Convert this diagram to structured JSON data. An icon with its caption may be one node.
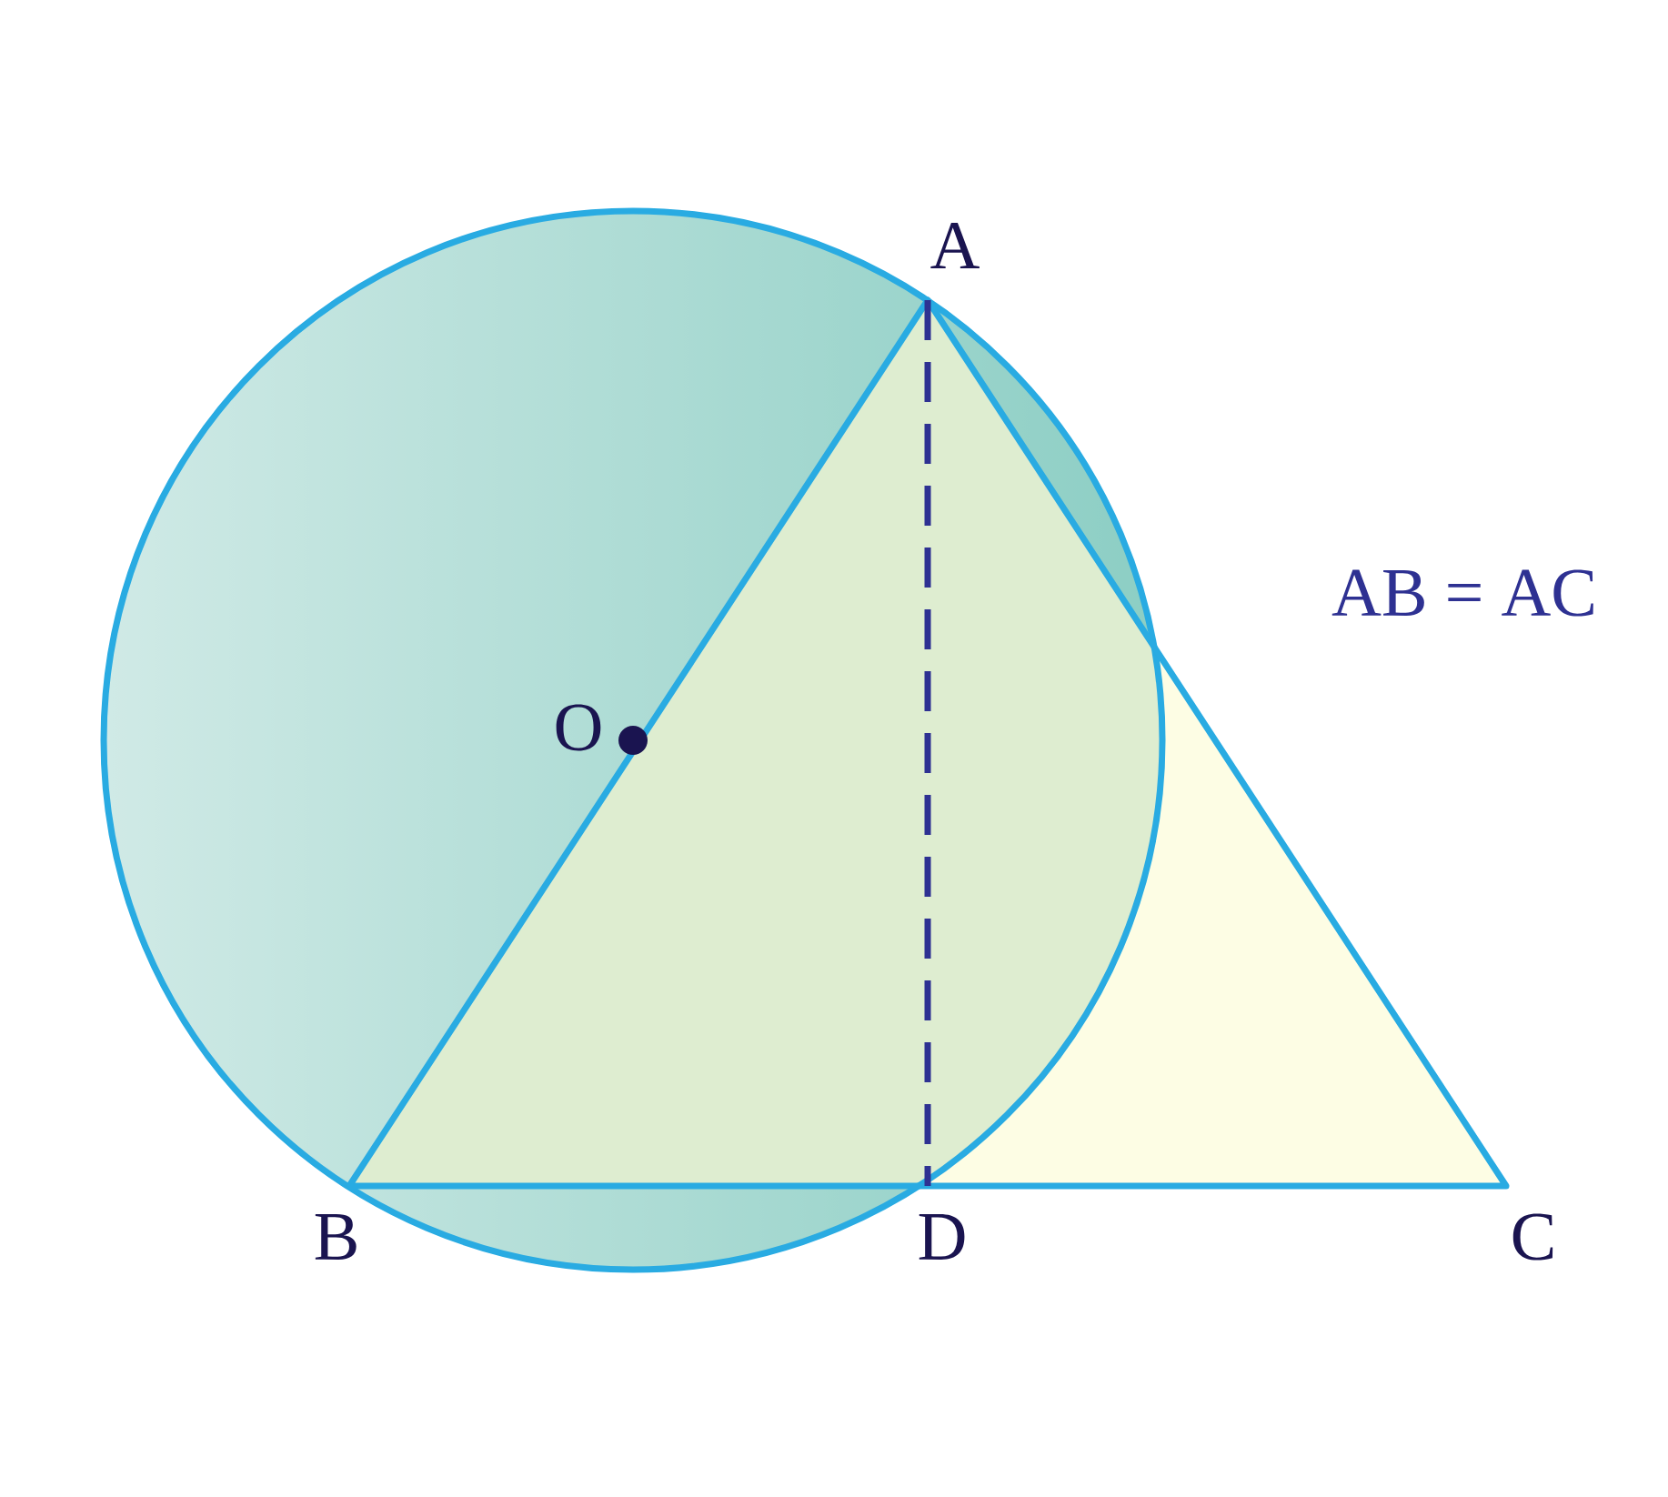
{
  "diagram": {
    "labels": [
      "A",
      "AB = AC",
      "O",
      "B",
      "D",
      "C"
    ]
  }
}
